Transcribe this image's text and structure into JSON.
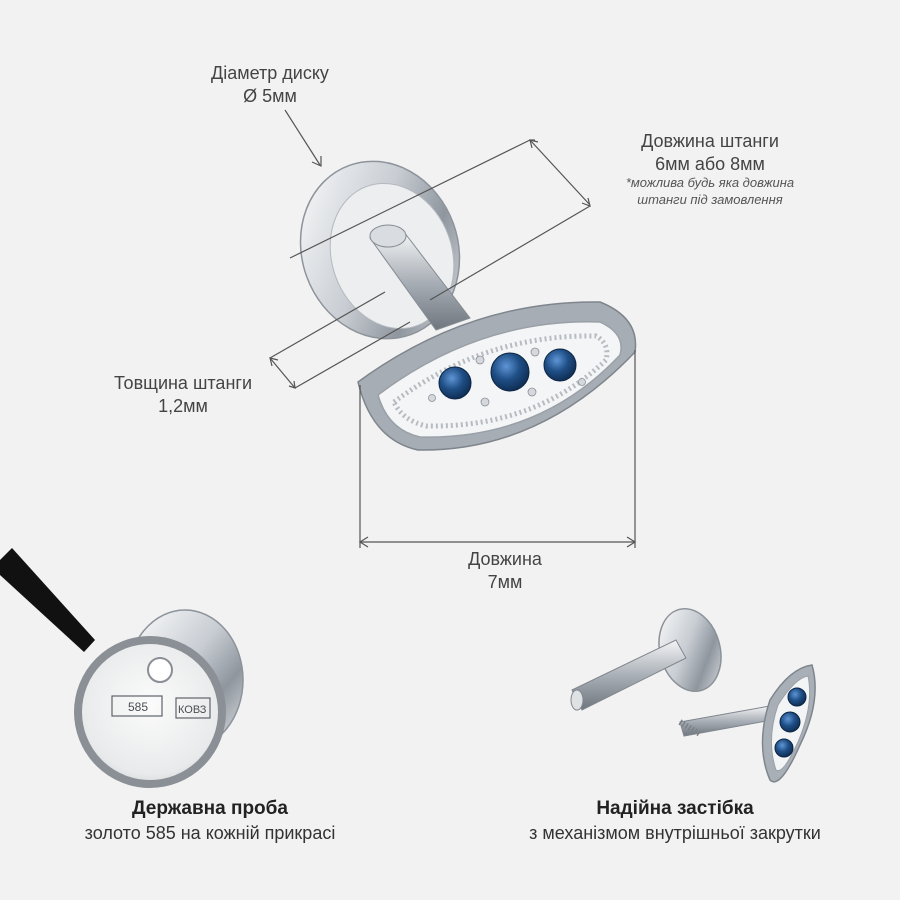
{
  "disk": {
    "line1": "Діаметр диску",
    "line2": "Ø 5мм"
  },
  "bar_length": {
    "line1": "Довжина штанги",
    "line2": "6мм або 8мм",
    "note1": "*можлива будь яка довжина",
    "note2": "штанги під замовлення"
  },
  "bar_thickness": {
    "line1": "Товщина штанги",
    "line2": "1,2мм"
  },
  "length": {
    "line1": "Довжина",
    "line2": "7мм"
  },
  "hallmark": {
    "title": "Державна проба",
    "subtitle": "золото 585 на кожній прикрасі",
    "stamp_585": "585",
    "stamp_code": "КОВЗ"
  },
  "clasp": {
    "title": "Надійна застібка",
    "subtitle": "з механізмом внутрішньої закрутки"
  },
  "colors": {
    "background": "#f2f2f2",
    "gem": "#1f4f86",
    "metal": "#c9ced4"
  }
}
